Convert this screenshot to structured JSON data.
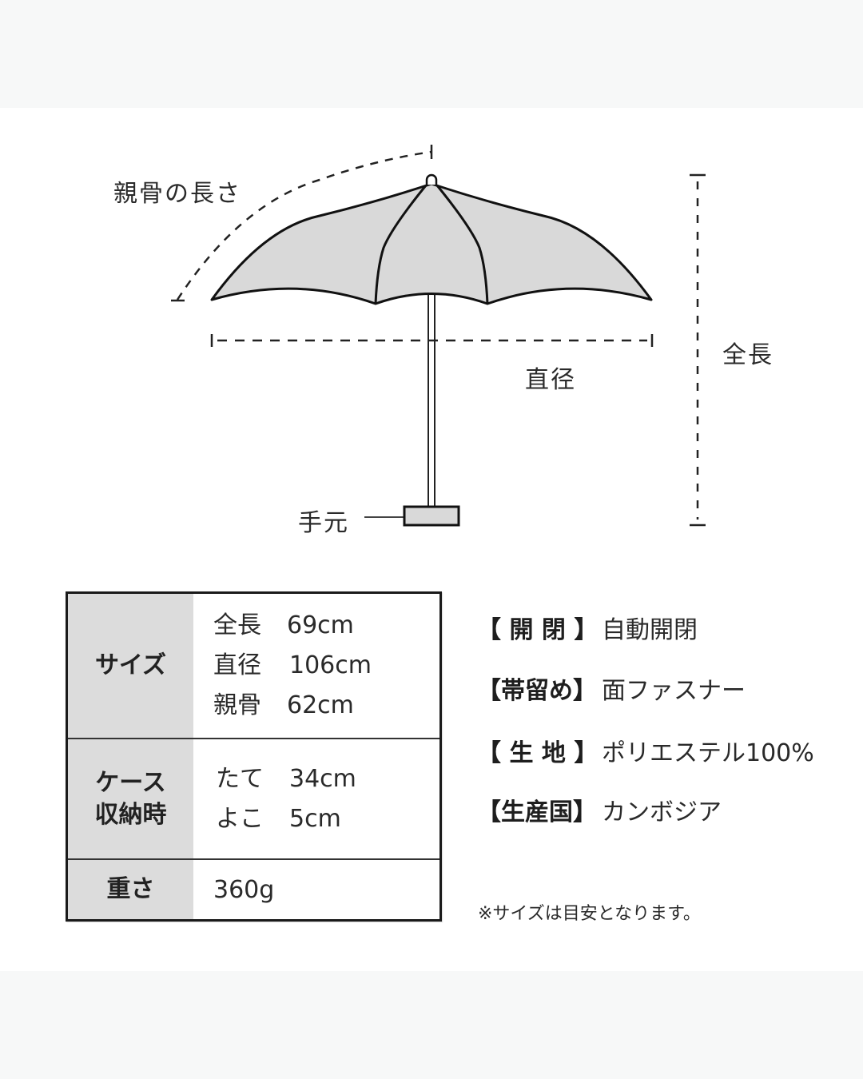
{
  "diagram": {
    "labels": {
      "rib_length": "親骨の長さ",
      "diameter": "直径",
      "total_length": "全長",
      "handle": "手元"
    },
    "colors": {
      "canopy_fill": "#d9d9d9",
      "outline": "#111111",
      "panel_bg": "#ffffff",
      "page_bg": "#f7f8f8",
      "table_header_bg": "#dcdcdc"
    }
  },
  "spec_table": {
    "rows": [
      {
        "header": "サイズ",
        "items": [
          {
            "key": "全長",
            "value": "69cm"
          },
          {
            "key": "直径",
            "value": "106cm"
          },
          {
            "key": "親骨",
            "value": "62cm"
          }
        ]
      },
      {
        "header_lines": [
          "ケース",
          "収納時"
        ],
        "items": [
          {
            "key": "たて",
            "value": "34cm"
          },
          {
            "key": "よこ",
            "value": "5cm"
          }
        ]
      },
      {
        "header": "重さ",
        "value": "360g"
      }
    ]
  },
  "attributes": [
    {
      "key": "【 開  閉 】",
      "value": "自動開閉"
    },
    {
      "key": "【帯留め】",
      "value": "面ファスナー"
    },
    {
      "key": "【 生  地 】",
      "value": "ポリエステル100%"
    },
    {
      "key": "【生産国】",
      "value": "カンボジア"
    }
  ],
  "note": "※サイズは目安となります。"
}
